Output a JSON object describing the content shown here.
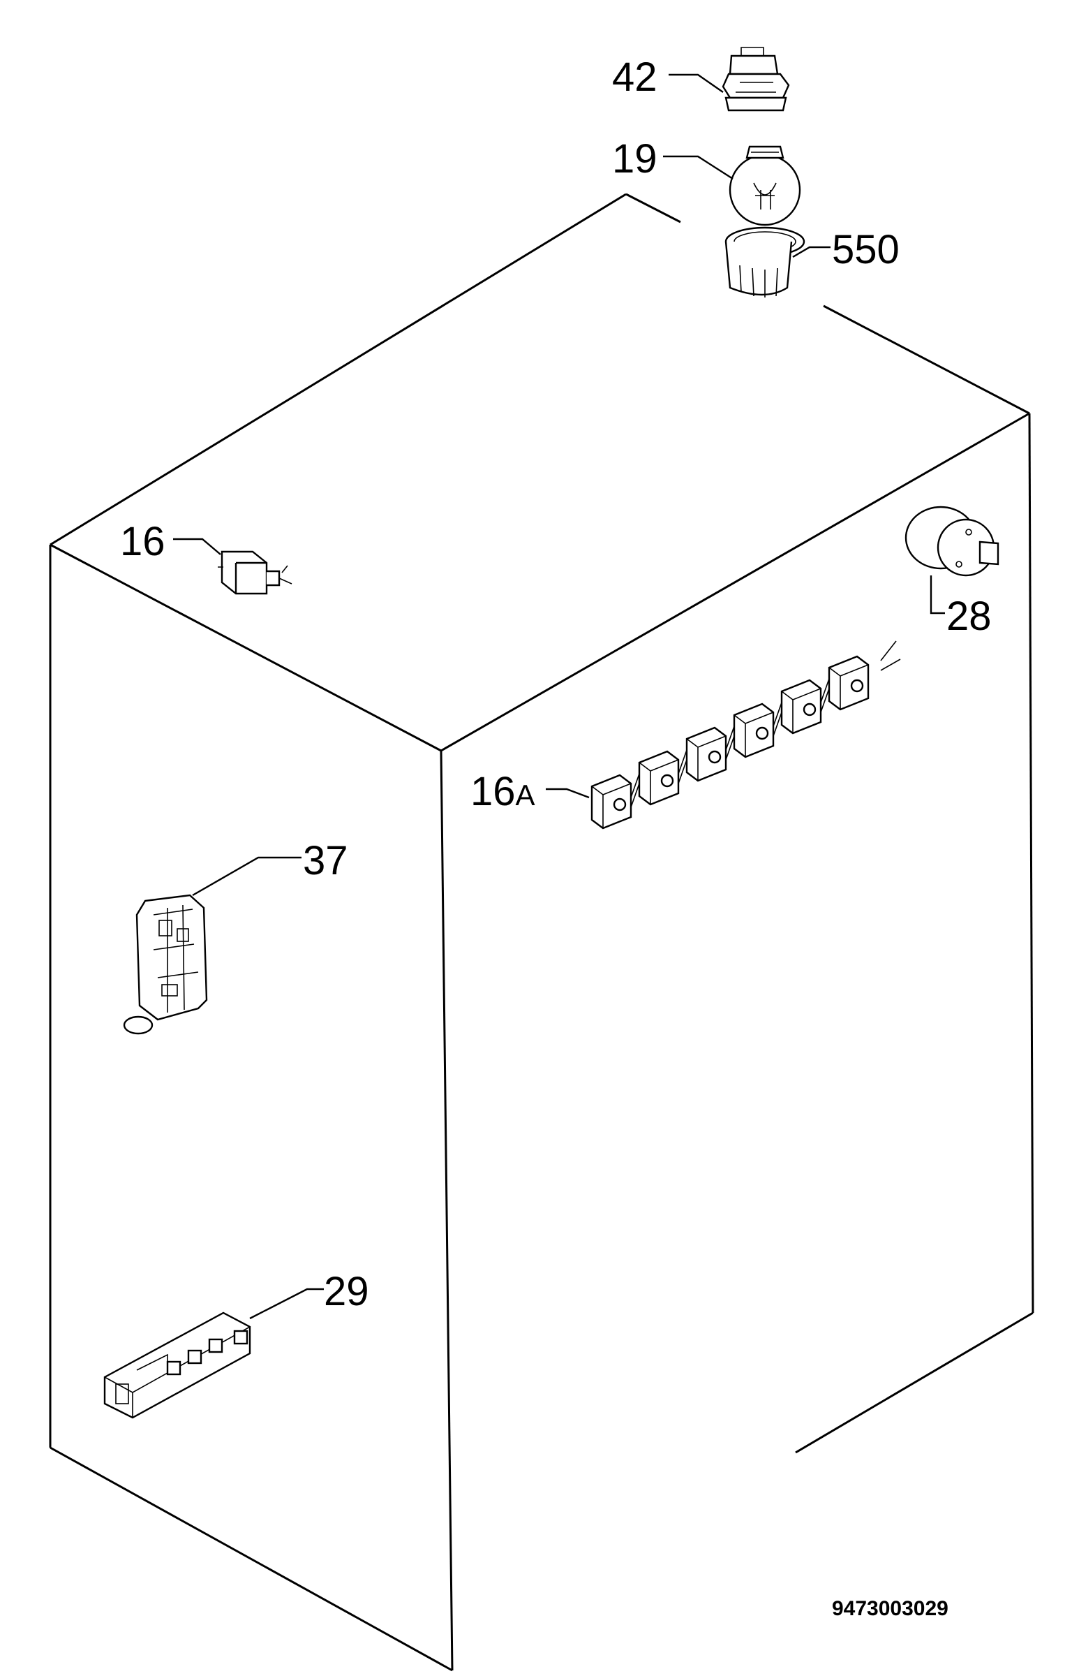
{
  "parts": [
    {
      "id": "42",
      "label": "42",
      "icon": "lamp-holder-icon"
    },
    {
      "id": "19",
      "label": "19",
      "icon": "light-bulb-icon"
    },
    {
      "id": "550",
      "label": "550",
      "icon": "lamp-cover-icon"
    },
    {
      "id": "16",
      "label": "16",
      "icon": "switch-icon"
    },
    {
      "id": "28",
      "label": "28",
      "icon": "thermostat-icon"
    },
    {
      "id": "16A",
      "label_main": "16",
      "label_suffix": "A",
      "icon": "switch-bank-icon"
    },
    {
      "id": "37",
      "label": "37",
      "icon": "timer-module-icon"
    },
    {
      "id": "29",
      "label": "29",
      "icon": "ignition-generator-icon"
    }
  ],
  "drawing_code": "9473003029"
}
